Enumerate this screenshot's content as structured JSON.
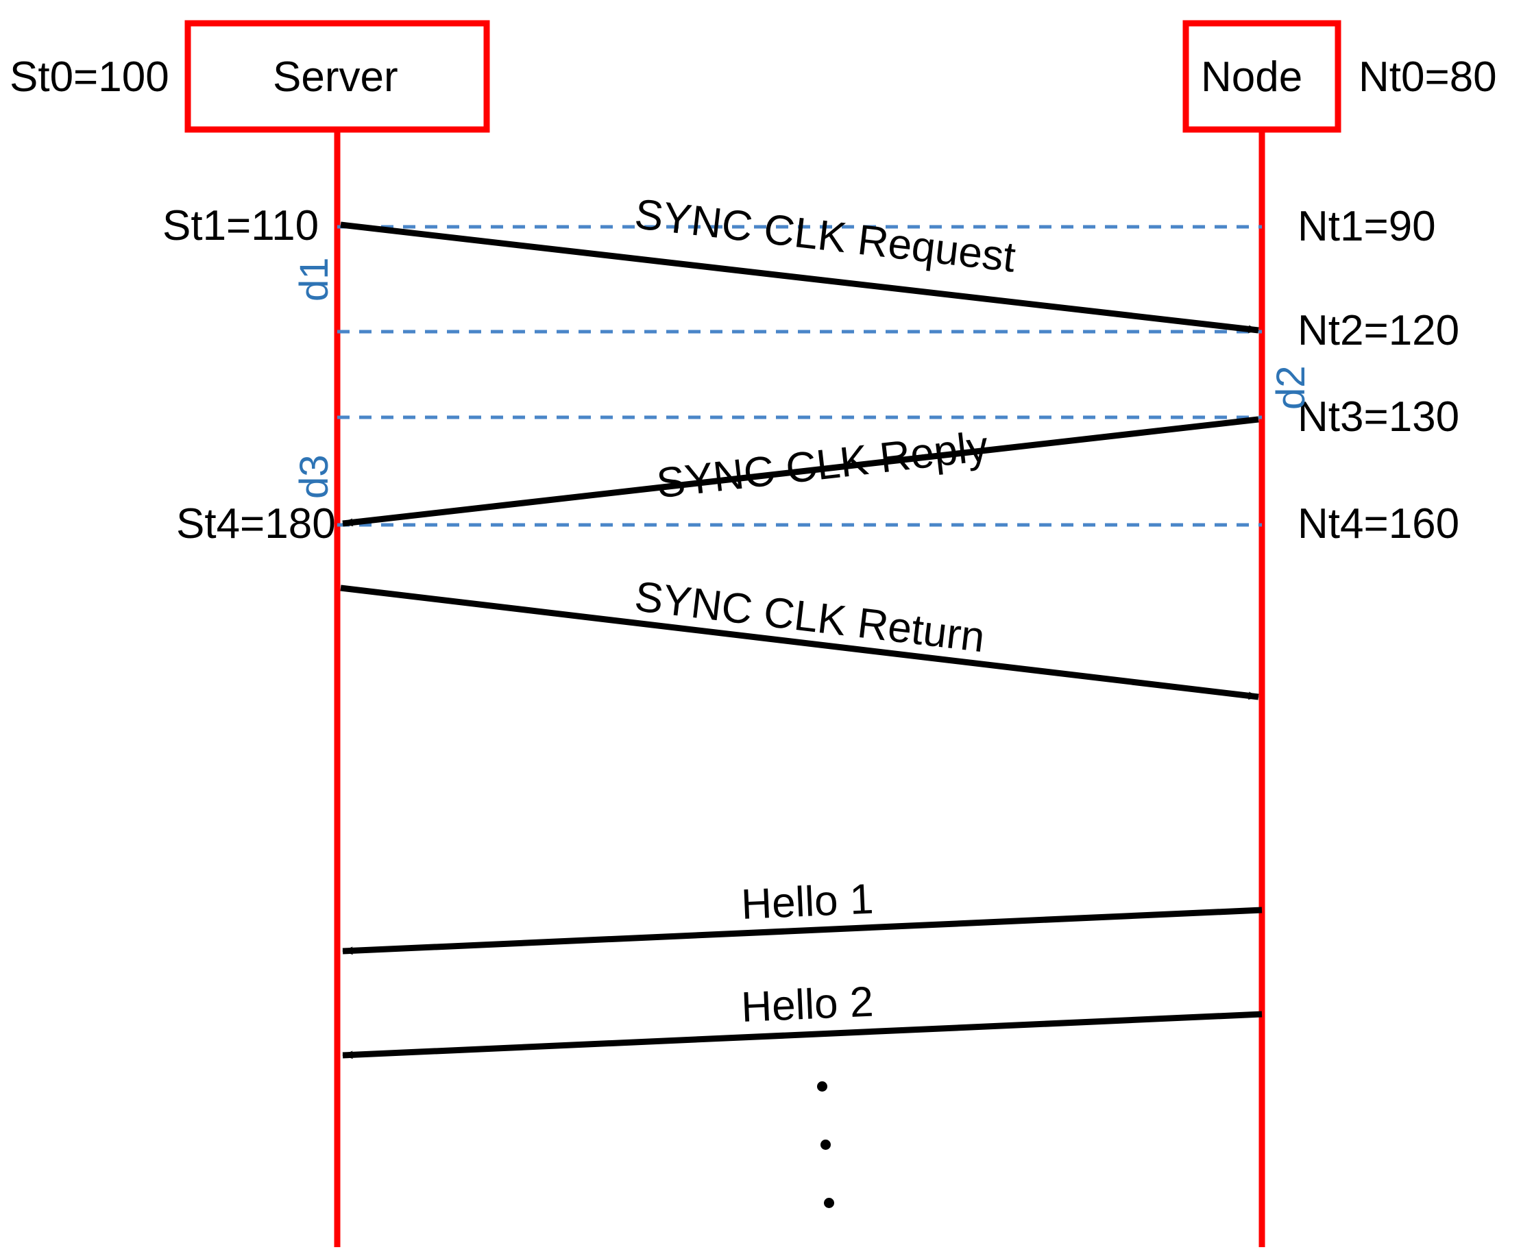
{
  "diagram": {
    "title": "Clock synchronization sequence diagram",
    "colors": {
      "lifeline": "#FF0000",
      "box_border": "#FF0000",
      "arrow": "#000000",
      "guide_line": "#4A86C8",
      "delay_label": "#2E74B5",
      "text": "#000000",
      "background": "#FFFFFF"
    }
  },
  "participants": [
    {
      "id": "server",
      "label": "Server",
      "initial_label": "St0=100"
    },
    {
      "id": "node",
      "label": "Node",
      "initial_label": "Nt0=80"
    }
  ],
  "server_timestamps": [
    {
      "key": "St1",
      "label": "St1=110",
      "value": 110
    },
    {
      "key": "St4",
      "label": "St4=180",
      "value": 180
    }
  ],
  "node_timestamps": [
    {
      "key": "Nt1",
      "label": "Nt1=90",
      "value": 90
    },
    {
      "key": "Nt2",
      "label": "Nt2=120",
      "value": 120
    },
    {
      "key": "Nt3",
      "label": "Nt3=130",
      "value": 130
    },
    {
      "key": "Nt4",
      "label": "Nt4=160",
      "value": 160
    }
  ],
  "delays": [
    {
      "key": "d1",
      "label": "d1",
      "side": "server"
    },
    {
      "key": "d2",
      "label": "d2",
      "side": "node"
    },
    {
      "key": "d3",
      "label": "d3",
      "side": "server"
    }
  ],
  "messages": [
    {
      "id": "sync-clk-request",
      "label": "SYNC CLK Request",
      "direction": "server-to-node"
    },
    {
      "id": "sync-clk-reply",
      "label": "SYNC CLK Reply",
      "direction": "node-to-server"
    },
    {
      "id": "sync-clk-return",
      "label": "SYNC CLK Return",
      "direction": "server-to-node"
    },
    {
      "id": "hello-1",
      "label": "Hello 1",
      "direction": "node-to-server"
    },
    {
      "id": "hello-2",
      "label": "Hello 2",
      "direction": "node-to-server"
    }
  ],
  "continuation": {
    "label": "...",
    "dot_count": 3
  }
}
